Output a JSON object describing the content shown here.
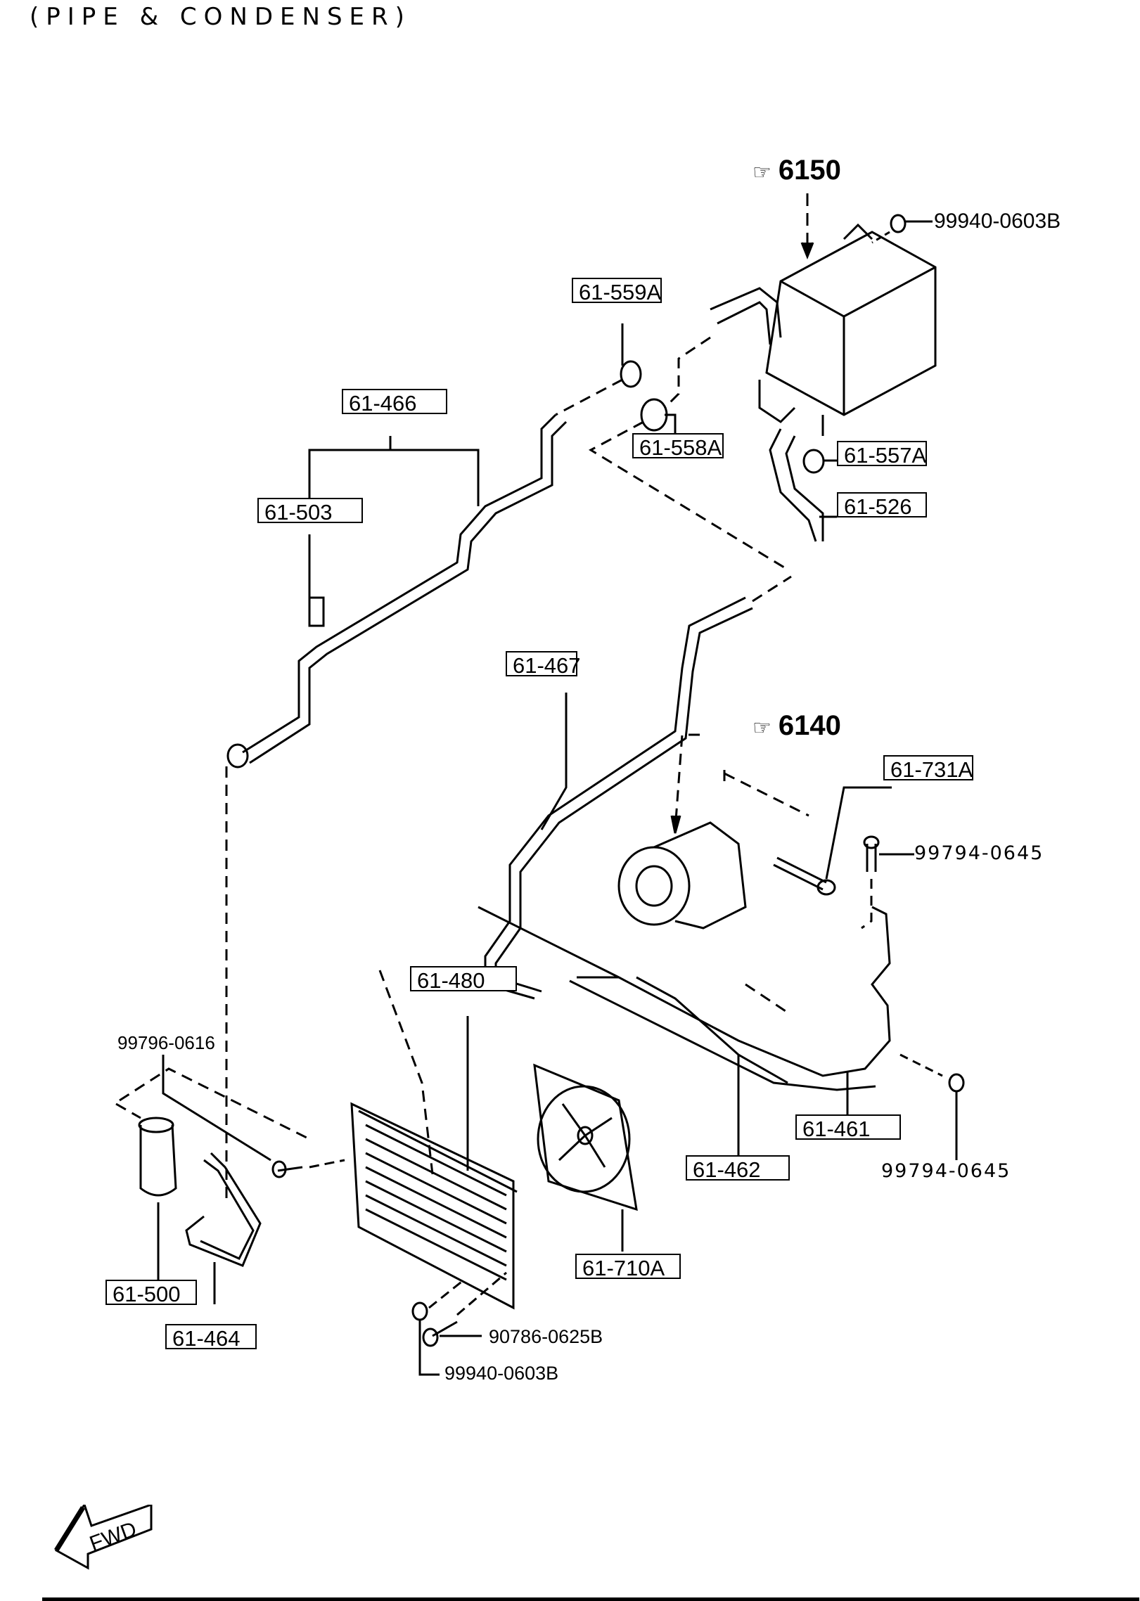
{
  "title": "(PIPE & CONDENSER)",
  "references": {
    "ref_6150": "6150",
    "ref_6140": "6140",
    "ref_symbol": "☞"
  },
  "part_labels": {
    "p61_559A": "61-559A",
    "p61_466": "61-466",
    "p61_503": "61-503",
    "p61_558A": "61-558A",
    "p61_557A": "61-557A",
    "p61_526": "61-526",
    "p61_467": "61-467",
    "p61_731A": "61-731A",
    "p61_480": "61-480",
    "p61_461": "61-461",
    "p61_462": "61-462",
    "p61_710A": "61-710A",
    "p61_500": "61-500",
    "p61_464": "61-464"
  },
  "bolt_labels": {
    "b99940_0603B_top": "99940-0603B",
    "b99794_0645_upper": "99794-0645",
    "b99794_0645_lower": "99794-0645",
    "b99796_0616": "99796-0616",
    "b90786_0625B": "90786-0625B",
    "b99940_0603B_bottom": "99940-0603B"
  },
  "orientation": {
    "fwd_label": "FWD"
  }
}
